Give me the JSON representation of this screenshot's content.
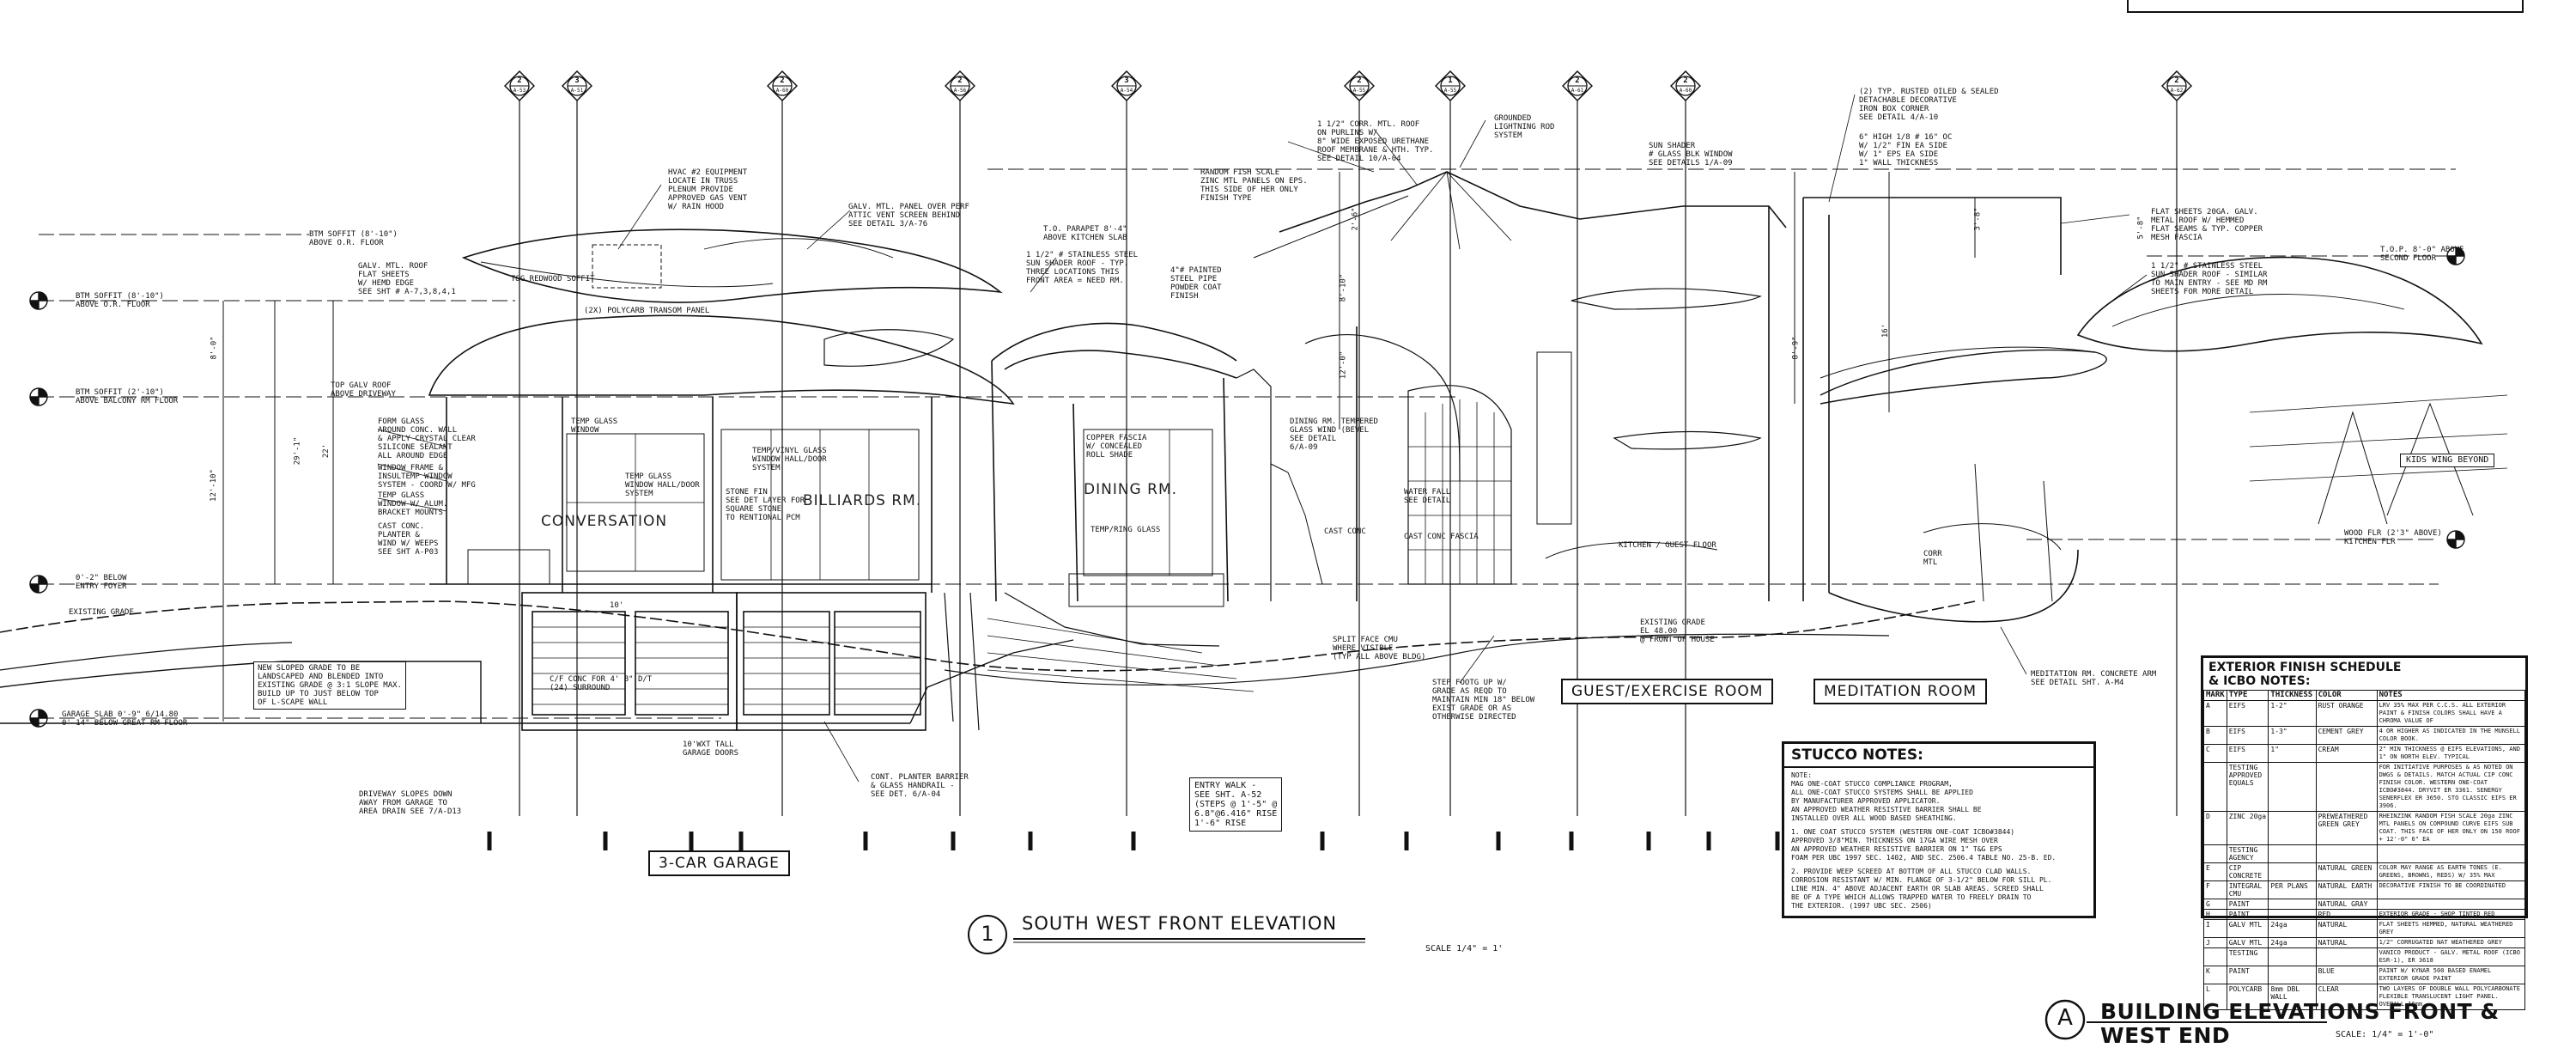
{
  "title_block": {
    "marker": "A",
    "title_line1": "BUILDING ELEVATIONS FRONT &",
    "title_line2": "WEST END",
    "scale": "SCALE: 1/4\" = 1'-0\""
  },
  "view": {
    "number": "1",
    "title": "SOUTH WEST FRONT ELEVATION",
    "scale": "SCALE 1/4\" = 1'"
  },
  "section_markers": [
    {
      "num": "2",
      "sheet": "A-53"
    },
    {
      "num": "3",
      "sheet": "A-51"
    },
    {
      "num": "2",
      "sheet": "A-60"
    },
    {
      "num": "2",
      "sheet": "A-56"
    },
    {
      "num": "3",
      "sheet": "A-54"
    },
    {
      "num": "2",
      "sheet": "A-55"
    },
    {
      "num": "1",
      "sheet": "A-55"
    },
    {
      "num": "2",
      "sheet": "A-61"
    },
    {
      "num": "2",
      "sheet": "A-60"
    },
    {
      "num": "2",
      "sheet": "A-62"
    }
  ],
  "level_marks": [
    {
      "text": "BTM SOFFIT (8'-10\")\nABOVE O.R. FLOOR"
    },
    {
      "text": "BTM SOFFIT (8'-10\")\nABOVE O.R. FLOOR"
    },
    {
      "text": "BTM SOFFIT (2'-10\")\nABOVE BALCONY RM FLOOR"
    },
    {
      "text": "0'-2\" BELOW\nENTRY FOYER"
    },
    {
      "text": "GARAGE SLAB 0'-9\" 6/14.80\n0'-14\" BELOW GREAT RM FLOOR"
    },
    {
      "text": "T.O.P. 8'-0\" ABOVE\nSECOND FLOOR"
    },
    {
      "text": "WOOD FLR (2'3\" ABOVE)\nKITCHEN FLR"
    }
  ],
  "rooms": {
    "conversation": "CONVERSATION",
    "billiards": "BILLIARDS RM.",
    "dining": "DINING RM.",
    "kids_wing": "KIDS WING BEYOND",
    "garage": "3-CAR GARAGE",
    "guest": "GUEST/EXERCISE ROOM",
    "meditation": "MEDITATION ROOM"
  },
  "grade_labels": [
    "EXISTING GRADE"
  ],
  "callouts": [
    "HVAC #2 EQUIPMENT\nLOCATE IN TRUSS\nPLENUM PROVIDE\nAPPROVED GAS VENT\nW/ RAIN HOOD",
    "GALV. MTL. PANEL OVER PERF\nATTIC VENT SCREEN BEHIND\nSEE DETAIL 3/A-76",
    "T.O. PARAPET 8'-4\"\nABOVE KITCHEN SLAB",
    "1 1/2\" # STAINLESS STEEL\nSUN SHADER ROOF - TYP.\nTHREE LOCATIONS THIS\nFRONT AREA = NEED RM.",
    "RANDOM FISH SCALE\nZINC MTL PANELS ON EPS.\nTHIS SIDE OF HER ONLY\nFINISH TYPE",
    "1 1/2\" CORR. MTL. ROOF\nON PURLINS W/\n8\" WIDE EXPOSED URETHANE\nROOF MEMBRANE & HTH. TYP.\nSEE DETAIL 10/A-04",
    "GROUNDED\nLIGHTNING ROD\nSYSTEM",
    "SUN SHADER\n# GLASS BLK WINDOW\nSEE DETAILS 1/A-09",
    "(2) TYP. RUSTED OILED & SEALED\nDETACHABLE DECORATIVE\nIRON BOX CORNER\nSEE DETAIL 4/A-10",
    "6\" HIGH 1/8 # 16\" OC\nW/ 1/2\" FIN EA SIDE\nW/ 1\" EPS EA SIDE\n1\" WALL THICKNESS",
    "FLAT SHEETS 20GA. GALV.\nMETAL ROOF W/ HEMMED\nFLAT SEAMS & TYP. COPPER\nMESH FASCIA",
    "1 1/2\" # STAINLESS STEEL\nSUN SHADER ROOF - SIMILAR\nTO MAIN ENTRY - SEE MD RM\nSHEETS FOR MORE DETAIL",
    "GALV. MTL. ROOF\nFLAT SHEETS\nW/ HEMD EDGE\nSEE SHT # A-7,3,8,4,1",
    "T&G REDWOOD SOFFIT",
    "(2X) POLYCARB TRANSOM PANEL",
    "TOP GALV ROOF\nABOVE DRIVEWAY",
    "FORM GLASS\nAROUND CONC. WALL\n& APPLY CRYSTAL CLEAR\nSILICONE SEALANT\nALL AROUND EDGE",
    "WINDOW FRAME &\nINSULTEMP WINDOW\nSYSTEM - COORD W/ MFG",
    "TEMP GLASS\nWINDOW W/ ALUM.\nBRACKET MOUNTS",
    "CAST CONC.\nPLANTER &\nWIND W/ WEEPS\nSEE SHT A-P03",
    "TEMP GLASS\nWINDOW",
    "TEMP GLASS\nWINDOW HALL/DOOR\nSYSTEM",
    "TEMP/VINYL GLASS\nWINDOW HALL/DOOR\nSYSTEM",
    "STONE FIN\nSEE DET LAYER FOR\nSQUARE STONE\nTO RENTIONAL PCM",
    "4\"# PAINTED\nSTEEL PIPE\nPOWDER COAT\nFINISH",
    "COPPER FASCIA\nW/ CONCEALED\nROLL SHADE",
    "TEMP/RING GLASS",
    "DINING RM. TEMPERED\nGLASS WIND (BEVEL\nSEE DETAIL\n6/A-09",
    "NEW SLOPED GRADE TO BE\nLANDSCAPED AND BLENDED INTO\nEXISTING GRADE @ 3:1 SLOPE MAX.\nBUILD UP TO JUST BELOW TOP\nOF L-SCAPE WALL",
    "C/F CONC FOR 4' 8\" D/T\n(24) SURROUND",
    "10'WXT TALL\nGARAGE DOORS",
    "CONT. PLANTER BARRIER\n& GLASS HANDRAIL -\nSEE DET. 6/A-04",
    "DRIVEWAY SLOPES DOWN\nAWAY FROM GARAGE TO\nAREA DRAIN SEE 7/A-D13",
    "STEP FOOTG UP W/\nGRADE AS REQD TO\nMAINTAIN MIN 18\" BELOW\nEXIST GRADE OR AS\nOTHERWISE DIRECTED",
    "SPLIT FACE CMU\nWHERE VISIBLE\n(TYP ALL ABOVE BLDG)",
    "EXISTING GRADE\nEL 48.00\n@ FRONT OF HOUSE",
    "MEDITATION RM. CONCRETE ARM\nSEE DETAIL SHT. A-M4",
    "KITCHEN / GUEST FLOOR",
    "CAST CONC",
    "WATER FALL\nSEE DETAIL",
    "CAST CONC FASCIA",
    "CORR\nMTL"
  ],
  "entry_note": "ENTRY WALK -\nSEE SHT. A-52\n(STEPS @ 1'-5\" @\n6.8\"@6.416\" RISE\n1'-6\" RISE",
  "stucco_notes": {
    "title": "STUCCO NOTES:",
    "body": [
      "NOTE:",
      "MAG ONE-COAT STUCCO COMPLIANCE PROGRAM,",
      "ALL ONE-COAT STUCCO SYSTEMS SHALL BE APPLIED",
      "BY MANUFACTURER APPROVED APPLICATOR.",
      "AN APPROVED WEATHER RESISTIVE BARRIER SHALL BE",
      "INSTALLED OVER ALL WOOD BASED SHEATHING.",
      "",
      "1. ONE COAT STUCCO SYSTEM (WESTERN ONE-COAT ICBO#3844)",
      "APPROVED 3/8\"MIN. THICKNESS ON 17GA WIRE MESH OVER",
      "AN APPROVED WEATHER RESISTIVE BARRIER ON 1\" T&G EPS",
      "FOAM PER UBC 1997 SEC. 1402, AND SEC. 2506.4 TABLE NO. 25-B. ED.",
      "",
      "2. PROVIDE WEEP SCREED AT BOTTOM OF ALL STUCCO CLAD WALLS.",
      "CORROSION RESISTANT W/ MIN. FLANGE OF 3-1/2\" BELOW FOR SILL PL.",
      "LINE MIN. 4\" ABOVE ADJACENT EARTH OR SLAB AREAS. SCREED SHALL",
      "BE OF A TYPE WHICH ALLOWS TRAPPED WATER TO FREELY DRAIN TO",
      "THE EXTERIOR. (1997 UBC SEC. 2506)"
    ]
  },
  "finish_schedule": {
    "title_line1": "EXTERIOR FINISH SCHEDULE",
    "title_line2": "& ICBO NOTES:",
    "headers": [
      "MARK",
      "TYPE",
      "THICKNESS",
      "COLOR",
      "NOTES"
    ],
    "rows": [
      [
        "A",
        "EIFS",
        "1-2\"",
        "RUST ORANGE",
        "LRV 35% MAX PER C.C.S. ALL EXTERIOR PAINT & FINISH COLORS SHALL HAVE A CHROMA VALUE OF"
      ],
      [
        "B",
        "EIFS",
        "1-3\"",
        "CEMENT GREY",
        "4 OR HIGHER AS INDICATED IN THE MUNSELL COLOR BOOK."
      ],
      [
        "C",
        "EIFS",
        "1\"",
        "CREAM",
        "2\" MIN THICKNESS @ EIFS ELEVATIONS, AND 1\" ON NORTH ELEV. TYPICAL"
      ],
      [
        "",
        "TESTING\nAPPROVED EQUALS",
        "",
        "",
        "FOR INITIATIVE PURPOSES & AS NOTED ON DWGS & DETAILS. MATCH ACTUAL CIP CONC FINISH COLOR. WESTERN ONE-COAT ICBO#3844. DRYVIT ER 3361. SENERGY SENERFLEX ER 3650. STO CLASSIC EIFS ER 3906."
      ],
      [
        "D",
        "ZINC 20ga",
        "",
        "PREWEATHERED GREEN GREY",
        "RHEINZINK RANDOM FISH SCALE 20ga ZINC MTL PANELS ON COMPOUND CURVE EIFS SUB COAT. THIS FACE OF HER ONLY ON 150 ROOF + 12'-0\" 6\" EA"
      ],
      [
        "",
        "TESTING AGENCY",
        "",
        "",
        ""
      ],
      [
        "E",
        "CIP CONCRETE",
        "",
        "NATURAL GREEN",
        "COLOR MAY RANGE AS EARTH TONES (E. GREENS, BROWNS, REDS) W/ 35% MAX"
      ],
      [
        "F",
        "INTEGRAL CMU",
        "PER PLANS",
        "NATURAL EARTH",
        "DECORATIVE FINISH TO BE COORDINATED"
      ],
      [
        "G",
        "PAINT",
        "",
        "NATURAL GRAY",
        ""
      ],
      [
        "H",
        "PAINT",
        "",
        "RED",
        "EXTERIOR GRADE - SHOP TINTED RED"
      ],
      [
        "I",
        "GALV MTL",
        "24ga",
        "NATURAL",
        "FLAT SHEETS HEMMED, NATURAL WEATHERED GREY"
      ],
      [
        "J",
        "GALV MTL",
        "24ga",
        "NATURAL",
        "1/2\" CORRUGATED NAT WEATHERED GREY"
      ],
      [
        "",
        "TESTING",
        "",
        "",
        "VANICO PRODUCT - GALV. METAL ROOF (ICBO ESR-1), ER 3618"
      ],
      [
        "K",
        "PAINT",
        "",
        "BLUE",
        "PAINT W/ KYNAR 500 BASED ENAMEL EXTERIOR GRADE PAINT"
      ],
      [
        "L",
        "POLYCARB",
        "8mm DBL WALL",
        "CLEAR",
        "TWO LAYERS OF DOUBLE WALL POLYCARBONATE FLEXIBLE TRANSLUCENT LIGHT PANEL. OVERALL 16mm"
      ]
    ]
  },
  "dims": [
    "8'-0\"",
    "12'-10\"",
    "29'-1\"",
    "22'",
    "8'-10\"",
    "12'-0\"",
    "2'-6\"",
    "3'-8\"",
    "8'-9\"",
    "5'-8\"",
    "16'",
    "10'"
  ]
}
